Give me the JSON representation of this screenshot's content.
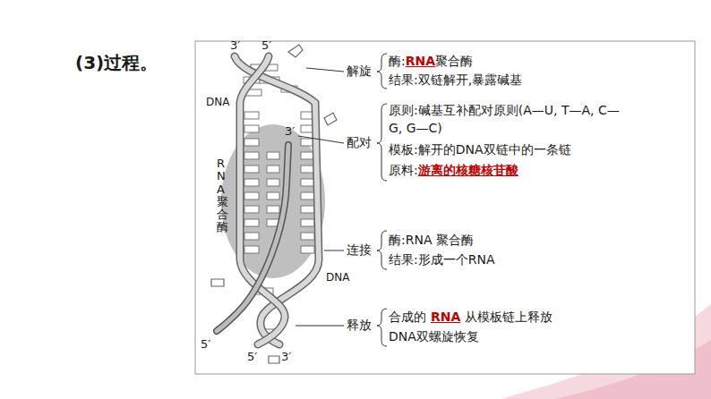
{
  "diagram": {
    "labels": [
      "(3)过程。",
      "3′",
      "5′",
      "DNA",
      "3′",
      "RNA聚合酶",
      "DNA",
      "5′",
      "5′",
      "3′",
      "解旋",
      "酶:",
      "RNA",
      "聚合酶",
      "结果:双链解开,暴露碱基",
      "配对",
      "原则:碱基互补配对原则(A—U, T—A, C—G, G—C)",
      "模板:解开的DNA双链中的一条链",
      "原料:",
      "游离的核糖核苷酸",
      "连接",
      "酶:RNA 聚合酶",
      "结果:形成一个RNA",
      "释放",
      "合成的",
      "RNA",
      "从模板链上释放",
      "DNA双螺旋恢复"
    ]
  }
}
